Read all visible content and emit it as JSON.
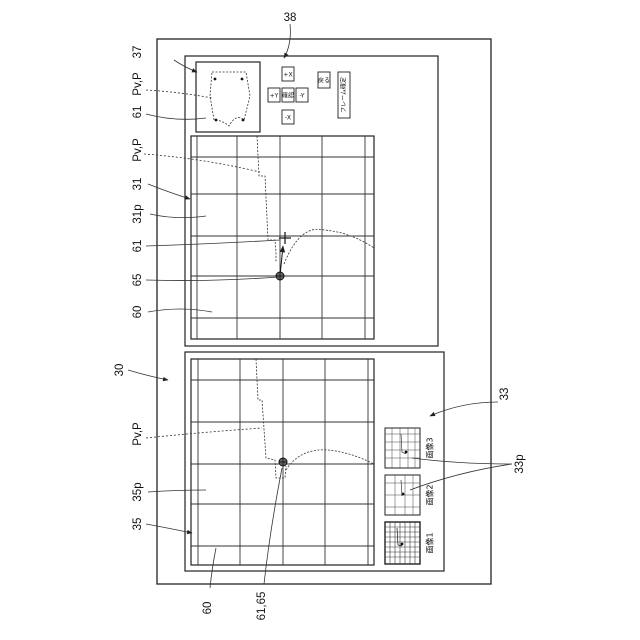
{
  "labels": {
    "n30": "30",
    "n31": "31",
    "n31p": "31p",
    "n33": "33",
    "n33p": "33p",
    "n35": "35",
    "n35p": "35p",
    "n37": "37",
    "n38": "38",
    "n60_top": "60",
    "n60_bottom": "60",
    "n61_top": "61",
    "n61_mid": "61",
    "n61_65": "61,65",
    "n65": "65",
    "pvp_1": "Pv,P",
    "pvp_2": "Pv,P",
    "pvp_3": "Pv,P"
  },
  "buttons": {
    "plus_x": "+X",
    "plus_y": "+Y",
    "minus_x": "-X",
    "minus_y": "-Y",
    "confirm": "確認",
    "back": "戻る",
    "frame_confirm": "フレーム確定"
  },
  "thumbnails": [
    "画像1",
    "画像2",
    "画像3"
  ],
  "colors": {
    "line": "#222222",
    "background": "#ffffff"
  }
}
